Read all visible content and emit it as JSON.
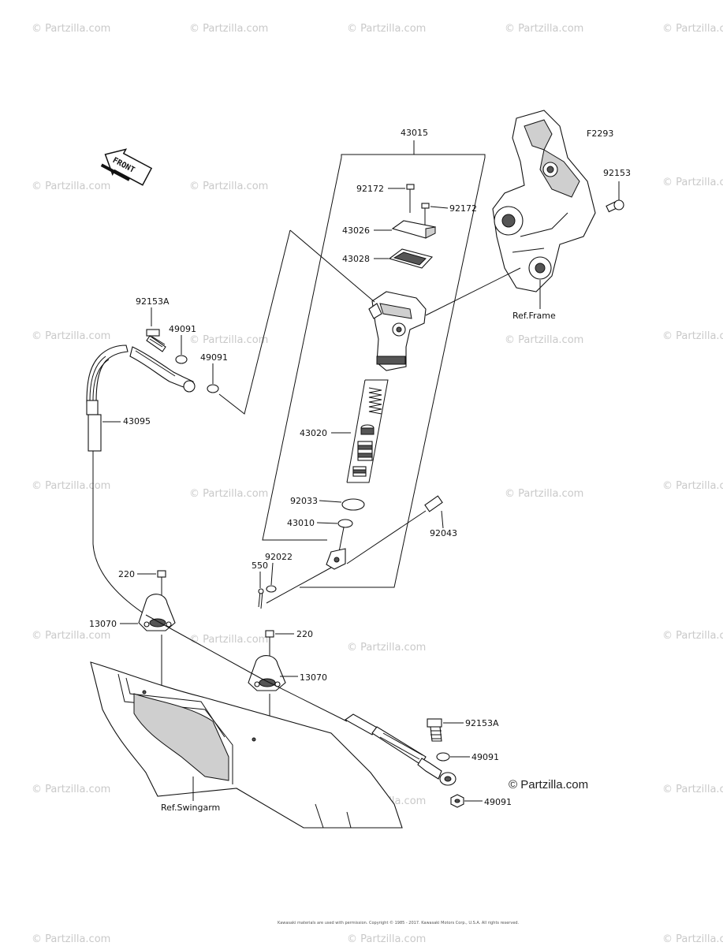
{
  "figure_code": "F2293",
  "front_label": "FRONT",
  "brand": "© Partzilla.com",
  "watermark": "© Partzilla.com",
  "reference_labels": {
    "frame": "Ref.Frame",
    "swingarm": "Ref.Swingarm"
  },
  "parts": [
    {
      "id": "43015",
      "text": "43015"
    },
    {
      "id": "92172a",
      "text": "92172"
    },
    {
      "id": "92172b",
      "text": "92172"
    },
    {
      "id": "43026",
      "text": "43026"
    },
    {
      "id": "43028",
      "text": "43028"
    },
    {
      "id": "92153",
      "text": "92153"
    },
    {
      "id": "92153A-top",
      "text": "92153A"
    },
    {
      "id": "49091-a",
      "text": "49091"
    },
    {
      "id": "49091-b",
      "text": "49091"
    },
    {
      "id": "43095",
      "text": "43095"
    },
    {
      "id": "43020",
      "text": "43020"
    },
    {
      "id": "92033",
      "text": "92033"
    },
    {
      "id": "43010",
      "text": "43010"
    },
    {
      "id": "92043",
      "text": "92043"
    },
    {
      "id": "550",
      "text": "550"
    },
    {
      "id": "92022",
      "text": "92022"
    },
    {
      "id": "220-a",
      "text": "220"
    },
    {
      "id": "13070-a",
      "text": "13070"
    },
    {
      "id": "220-b",
      "text": "220"
    },
    {
      "id": "13070-b",
      "text": "13070"
    },
    {
      "id": "92153A-bottom",
      "text": "92153A"
    },
    {
      "id": "49091-c",
      "text": "49091"
    },
    {
      "id": "49091-d",
      "text": "49091"
    }
  ],
  "footer": "Kawasaki materials are used with permission. Copyright © 1985 - 2017. Kawasaki Motors Corp., U.S.A. All rights reserved."
}
